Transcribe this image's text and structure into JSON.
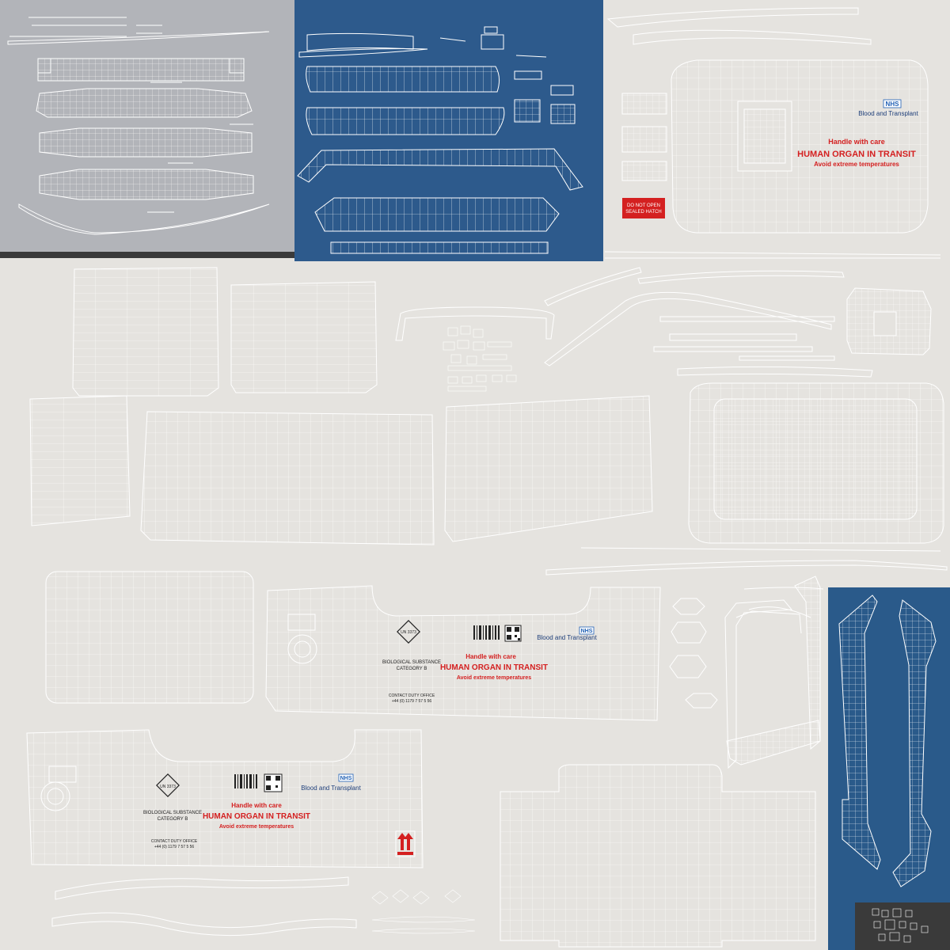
{
  "panels": {
    "gray": "#b2b4b9",
    "blue_top": "#2d5a8c",
    "blue_right": "#2a5a8a",
    "background": "#e5e3df",
    "dark_corner": "#3a3a3a",
    "label_red": "#d42020"
  },
  "labels": {
    "nhs": "NHS",
    "blood_transplant": "Blood and Transplant",
    "handle_with_care": "Handle with care",
    "human_organ": "HUMAN ORGAN IN TRANSIT",
    "avoid_temps": "Avoid extreme temperatures",
    "do_not_open_1": "DO NOT OPEN",
    "do_not_open_2": "SEALED HATCH",
    "un_code": "UN 3373",
    "bio_line1": "BIOLOGICAL SUBSTANCE",
    "bio_line2": "CATEGORY B",
    "contact_line1": "CONTACT DUTY OFFICE",
    "contact_line2": "+44 (0) 1179 7 57 5 56"
  }
}
